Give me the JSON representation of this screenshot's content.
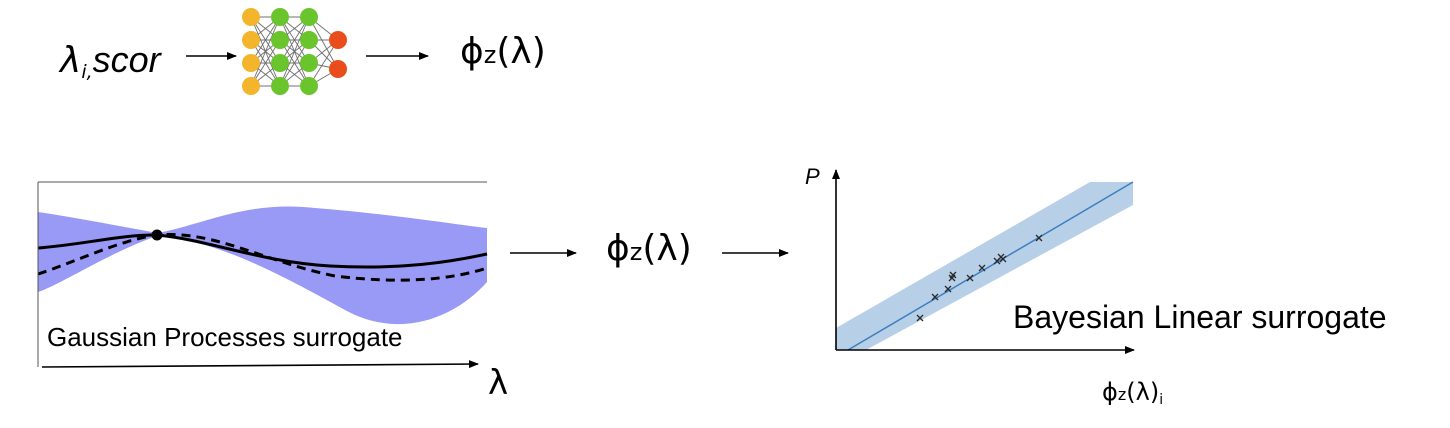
{
  "top_row": {
    "input_label": {
      "main": "λ",
      "subscript": "i,",
      "tail": "scor"
    },
    "output_label": {
      "phi": "ϕ",
      "sub": "z",
      "arg": "(λ)"
    },
    "network": {
      "layers": [
        4,
        4,
        4,
        2
      ],
      "colors": {
        "input": "#f2b52b",
        "hidden": "#6ac42c",
        "output": "#ea4d1c",
        "edge": "#707070"
      }
    }
  },
  "gp_panel": {
    "caption": "Gaussian Processes surrogate",
    "axis_label": "λ",
    "colors": {
      "band": "#9999f6",
      "mean": "#000000"
    }
  },
  "middle_label": {
    "phi": "ϕ",
    "sub": "z",
    "arg": "(λ)"
  },
  "blr_panel": {
    "caption": "Bayesian Linear surrogate",
    "y_label": "P",
    "x_label": {
      "phi": "ϕ",
      "sub": "z",
      "arg": "(λ)",
      "idx": "i"
    },
    "colors": {
      "band": "#b7d0e8",
      "line": "#3d7fbf",
      "points": "#2a2a2a"
    }
  }
}
